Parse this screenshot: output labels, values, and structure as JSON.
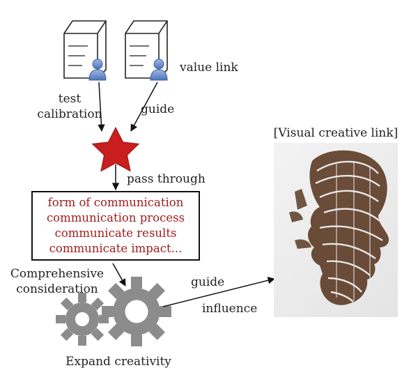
{
  "labels": {
    "value_link": "value link",
    "test_calibration": [
      "test",
      "calibration"
    ],
    "guide_top": "guide",
    "pass_through": "pass through",
    "comprehensive": [
      "Comprehensive",
      "consideration"
    ],
    "guide_right": "guide",
    "influence": "influence",
    "expand": "Expand creativity",
    "visual_link": "[Visual creative link]"
  },
  "box_items": [
    "form of communication",
    "communication process",
    "communicate results",
    "communicate impact..."
  ],
  "icons": [
    "server-user-icon",
    "server-user-icon",
    "star-icon",
    "gear-icon",
    "gear-icon",
    "word-art-face-icon"
  ],
  "colors": {
    "box_text": "#a01c1c",
    "star": "#c81e1e",
    "gear": "#8c8c8c",
    "art": "#5b3a24",
    "user": "#6a8fd0"
  }
}
